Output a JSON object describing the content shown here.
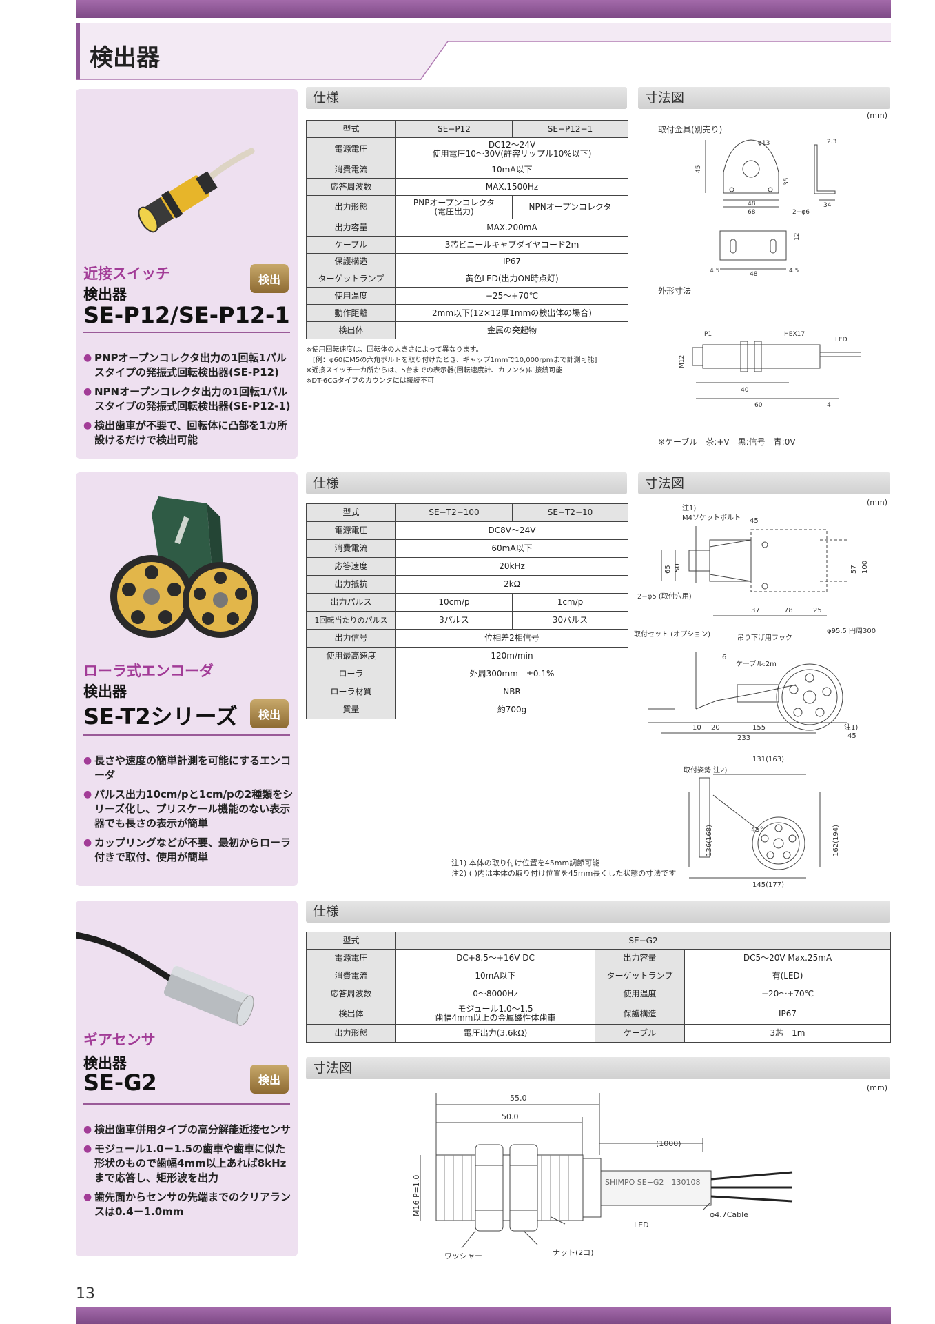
{
  "page": {
    "title": "検出器",
    "page_number": "13"
  },
  "products": [
    {
      "category": "近接スイッチ",
      "subtitle": "検出器",
      "model": "SE-P12/SE-P12-1",
      "badge": "検出",
      "features": [
        "PNPオープンコレクタ出力の1回転1パルスタイプの発振式回転検出器(SE-P12)",
        "NPNオープンコレクタ出力の1回転1パルスタイプの発振式回転検出器(SE-P12-1)",
        "検出歯車が不要で、回転体に凸部を1カ所設けるだけで検出可能"
      ]
    },
    {
      "category": "ローラ式エンコーダ",
      "subtitle": "検出器",
      "model": "SE-T2シリーズ",
      "badge": "検出",
      "features": [
        "長さや速度の簡単計測を可能にするエンコーダ",
        "パルス出力10cm/pと1cm/pの2種類をシリーズ化し、プリスケール機能のない表示器でも長さの表示が簡単",
        "カップリングなどが不要、最初からローラ付きで取付、使用が簡単"
      ]
    },
    {
      "category": "ギアセンサ",
      "subtitle": "検出器",
      "model": "SE-G2",
      "badge": "検出",
      "features": [
        "検出歯車併用タイプの高分解能近接センサ",
        "モジュール1.0－1.5の歯車や歯車に似た形状のもので歯幅4mm以上あれば8kHzまで応答し、矩形波を出力",
        "歯先面からセンサの先端までのクリアランスは0.4－1.0mm"
      ]
    }
  ],
  "sections": {
    "spec": "仕様",
    "dims": "寸法図",
    "unit": "(mm)"
  },
  "table1": {
    "model_label": "型式",
    "models": [
      "SE−P12",
      "SE−P12−1"
    ],
    "rows": [
      {
        "label": "電源電圧",
        "value": "DC12～24V\n使用電圧10～30V(許容リップル10%以下)"
      },
      {
        "label": "消費電流",
        "value": "10mA以下"
      },
      {
        "label": "応答周波数",
        "value": "MAX.1500Hz"
      },
      {
        "label": "出力形態",
        "values": [
          "PNPオープンコレクタ\n(電圧出力)",
          "NPNオープンコレクタ"
        ]
      },
      {
        "label": "出力容量",
        "value": "MAX.200mA"
      },
      {
        "label": "ケーブル",
        "value": "3芯ビニールキャブダイヤコード2m"
      },
      {
        "label": "保護構造",
        "value": "IP67"
      },
      {
        "label": "ターゲットランプ",
        "value": "黄色LED(出力ON時点灯)"
      },
      {
        "label": "使用温度",
        "value": "−25～+70℃"
      },
      {
        "label": "動作距離",
        "value": "2mm以下(12×12厚1mmの検出体の場合)"
      },
      {
        "label": "検出体",
        "value": "金属の突起物"
      }
    ],
    "notes": [
      "※使用回転速度は、回転体の大きさによって異なります。",
      "　[例：φ60にM5の六角ボルトを取り付けたとき、ギャップ1mmで10,000rpmまで計測可能]",
      "※近接スイッチ一カ所からは、5台までの表示器(回転速度計、カウンタ)に接続可能",
      "※DT-6CGタイプのカウンタには接続不可"
    ]
  },
  "table2": {
    "model_label": "型式",
    "models": [
      "SE−T2−100",
      "SE−T2−10"
    ],
    "rows": [
      {
        "label": "電源電圧",
        "value": "DC8V～24V"
      },
      {
        "label": "消費電流",
        "value": "60mA以下"
      },
      {
        "label": "応答速度",
        "value": "20kHz"
      },
      {
        "label": "出力抵抗",
        "value": "2kΩ"
      },
      {
        "label": "出力パルス",
        "values": [
          "10cm/p",
          "1cm/p"
        ]
      },
      {
        "label": "1回転当たりのパルス",
        "values": [
          "3パルス",
          "30パルス"
        ]
      },
      {
        "label": "出力信号",
        "value": "位相差2相信号"
      },
      {
        "label": "使用最高速度",
        "value": "120m/min"
      },
      {
        "label": "ローラ",
        "value": "外周300mm　±0.1%"
      },
      {
        "label": "ローラ材質",
        "value": "NBR"
      },
      {
        "label": "質量",
        "value": "約700g"
      }
    ]
  },
  "table3": {
    "model_label": "型式",
    "model": "SE−G2",
    "rows": [
      [
        "電源電圧",
        "DC+8.5～+16V DC",
        "出力容量",
        "DC5～20V Max.25mA"
      ],
      [
        "消費電流",
        "10mA以下",
        "ターゲットランプ",
        "有(LED)"
      ],
      [
        "応答周波数",
        "0～8000Hz",
        "使用温度",
        "−20～+70℃"
      ],
      [
        "検出体",
        "モジュール1.0～1.5\n歯幅4mm以上の金属磁性体歯車",
        "保護構造",
        "IP67"
      ],
      [
        "出力形態",
        "電圧出力(3.6kΩ)",
        "ケーブル",
        "3芯　1m"
      ]
    ]
  },
  "dims1": {
    "bracket": "取付金具(別売り)",
    "outline": "外形寸法",
    "cable_note": "※ケーブル　茶:+V　黒:信号　青:0V",
    "nums": [
      "φ13",
      "2.3",
      "45",
      "35",
      "48",
      "68",
      "2−φ6",
      "34",
      "12",
      "4.5",
      "48",
      "4.5",
      "P1",
      "HEX17",
      "LED",
      "M12",
      "40",
      "60",
      "4"
    ]
  },
  "dims2": {
    "note1_title": "注1)",
    "note1_label": "M4ソケットボルト",
    "hole_label": "2−φ5\n(取付穴用)",
    "set_label": "取付セット\n(オプション)",
    "hook_label": "吊り下げ用フック",
    "cable_label": "ケーブル:2m",
    "roller_label": "φ95.5\n円周300",
    "posture_label": "取付姿勢\n注2)",
    "nums": [
      "45",
      "65",
      "50",
      "57",
      "100",
      "37",
      "78",
      "25",
      "6",
      "10",
      "20",
      "155",
      "233",
      "注1)",
      "45",
      "131(163)",
      "136(168)",
      "162(194)",
      "45°",
      "145(177)"
    ],
    "notes": [
      "注1) 本体の取り付け位置を45mm調節可能",
      "注2) ( )内は本体の取り付け位置を45mm長くした状態の寸法です"
    ]
  },
  "dims3": {
    "nums": [
      "55.0",
      "50.0",
      "(1000)",
      "M16 P=1.0"
    ],
    "imprint": "SHIMPO SE−G2　130108",
    "labels": {
      "led": "LED",
      "cable": "φ4.7Cable",
      "washer": "ワッシャー",
      "nut": "ナット(2コ)"
    }
  },
  "colors": {
    "accent": "#a23c97",
    "panel": "#eee0f0",
    "bar": "#8e5596",
    "badge": "#a8874a"
  }
}
